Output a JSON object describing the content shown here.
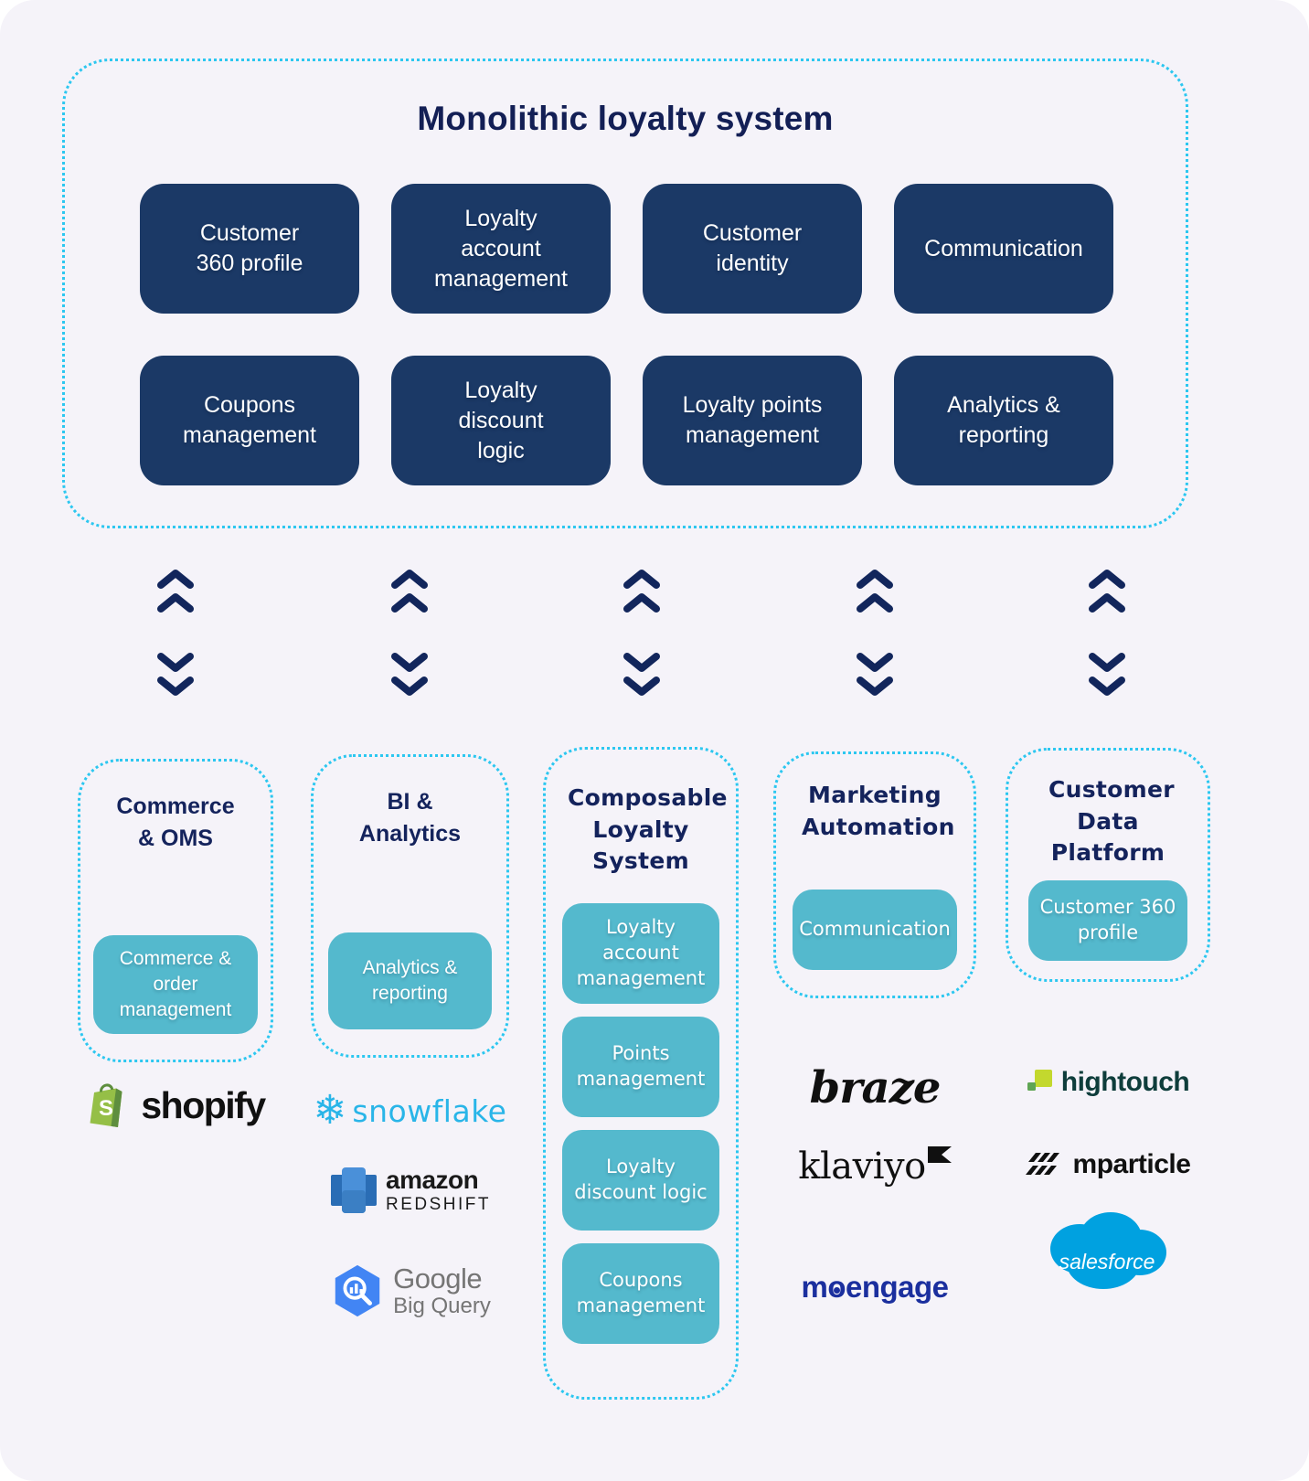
{
  "monolith": {
    "title": "Monolithic loyalty system",
    "boxes": [
      "Customer 360 profile",
      "Loyalty account management",
      "Customer identity",
      "Communication",
      "Coupons management",
      "Loyalty discount logic",
      "Loyalty points management",
      "Analytics & reporting"
    ]
  },
  "columns": [
    {
      "title": "Commerce & OMS",
      "boxes": [
        "Commerce & order management"
      ]
    },
    {
      "title": "BI & Analytics",
      "boxes": [
        "Analytics & reporting"
      ]
    },
    {
      "title": "Composable Loyalty System",
      "boxes": [
        "Loyalty account management",
        "Points management",
        "Loyalty discount logic",
        "Coupons management"
      ]
    },
    {
      "title": "Marketing Automation",
      "boxes": [
        "Communication"
      ]
    },
    {
      "title": "Customer Data Platform",
      "boxes": [
        "Customer 360 profile"
      ]
    }
  ],
  "logos": {
    "shopify_s": "S",
    "shopify": "shopify",
    "snowflake_glyph": "❄",
    "snowflake": "snowflake",
    "amazon": "amazon",
    "redshift": "REDSHIFT",
    "google": "Google",
    "bigquery": "Big Query",
    "braze": "braze",
    "klaviyo": "klaviyo",
    "moengage_m": "m",
    "moengage_o": "o",
    "moengage_rest": "engage",
    "hightouch": "hightouch",
    "mparticle": "mparticle",
    "salesforce": "salesforce"
  },
  "colors": {
    "canvas_background": "#f5f3f9",
    "dotted_border_cyan": "#2cc7f0",
    "monolith_box_navy": "#1b3966",
    "title_navy": "#131f55",
    "teal_box": "#54b9cd",
    "arrow_navy": "#12265c",
    "shopify_green": "#95bf47",
    "shopify_green_dark": "#5e8e3e",
    "snowflake_blue": "#29b5e8",
    "redshift_blue_dark": "#2a6db5",
    "redshift_blue_light": "#4a90d9",
    "google_gray": "#757575",
    "bigquery_blue": "#4285f4",
    "moengage_blue": "#1b2f9e",
    "hightouch_lime": "#c3d82e",
    "hightouch_green": "#5fa554",
    "hightouch_text": "#0e3d3b",
    "salesforce_blue": "#00a1e0",
    "logo_black": "#101010"
  }
}
